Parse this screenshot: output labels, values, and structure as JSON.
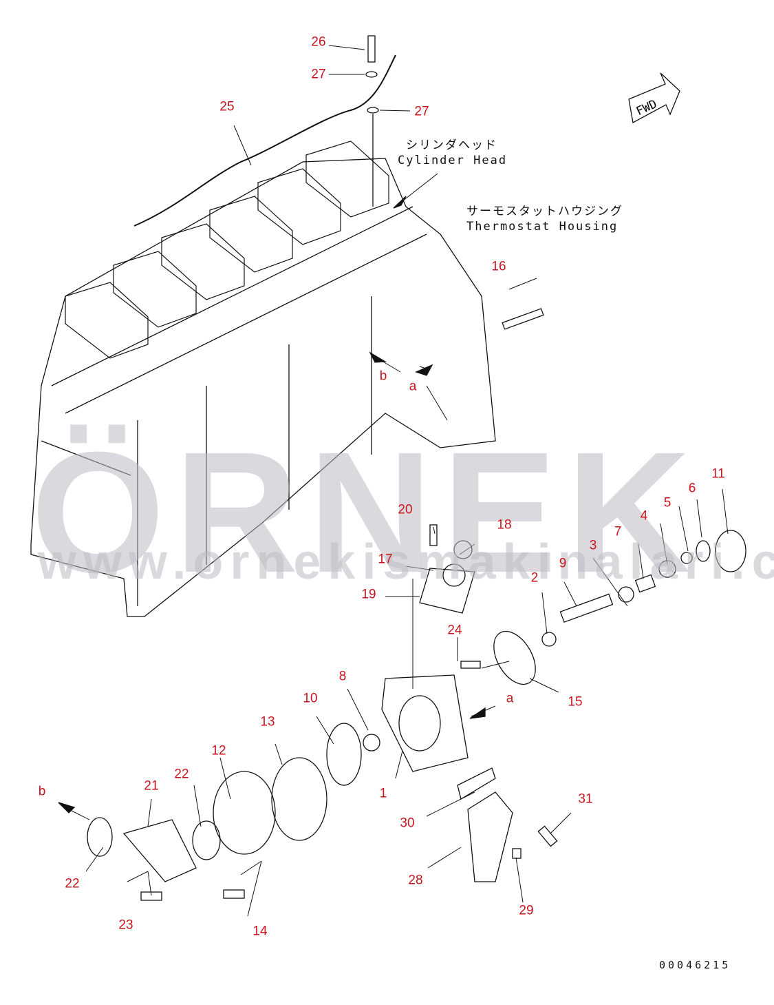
{
  "title_notes": {
    "cylinder_head_jp": "シリンダヘッド",
    "cylinder_head_en": "Cylinder Head",
    "thermostat_jp": "サーモスタットハウジング",
    "thermostat_en": "Thermostat Housing"
  },
  "fwd_label": "FWD",
  "drawing_code": "00046215",
  "watermark": {
    "brand": "ÖRNEK",
    "url": "www.ornekismakinalari.com.tr"
  },
  "callouts": {
    "p1": "1",
    "p2": "2",
    "p3": "3",
    "p4": "4",
    "p5": "5",
    "p6": "6",
    "p7": "7",
    "p8": "8",
    "p9": "9",
    "p10": "10",
    "p11": "11",
    "p12": "12",
    "p13": "13",
    "p14": "14",
    "p15": "15",
    "p16": "16",
    "p17": "17",
    "p18": "18",
    "p19": "19",
    "p20": "20",
    "p21": "21",
    "p22a": "22",
    "p22b": "22",
    "p23": "23",
    "p24": "24",
    "p25": "25",
    "p26": "26",
    "p27a": "27",
    "p27b": "27",
    "p28": "28",
    "p29": "29",
    "p30": "30",
    "p31": "31",
    "a1": "a",
    "a2": "a",
    "b1": "b",
    "b2": "b"
  }
}
